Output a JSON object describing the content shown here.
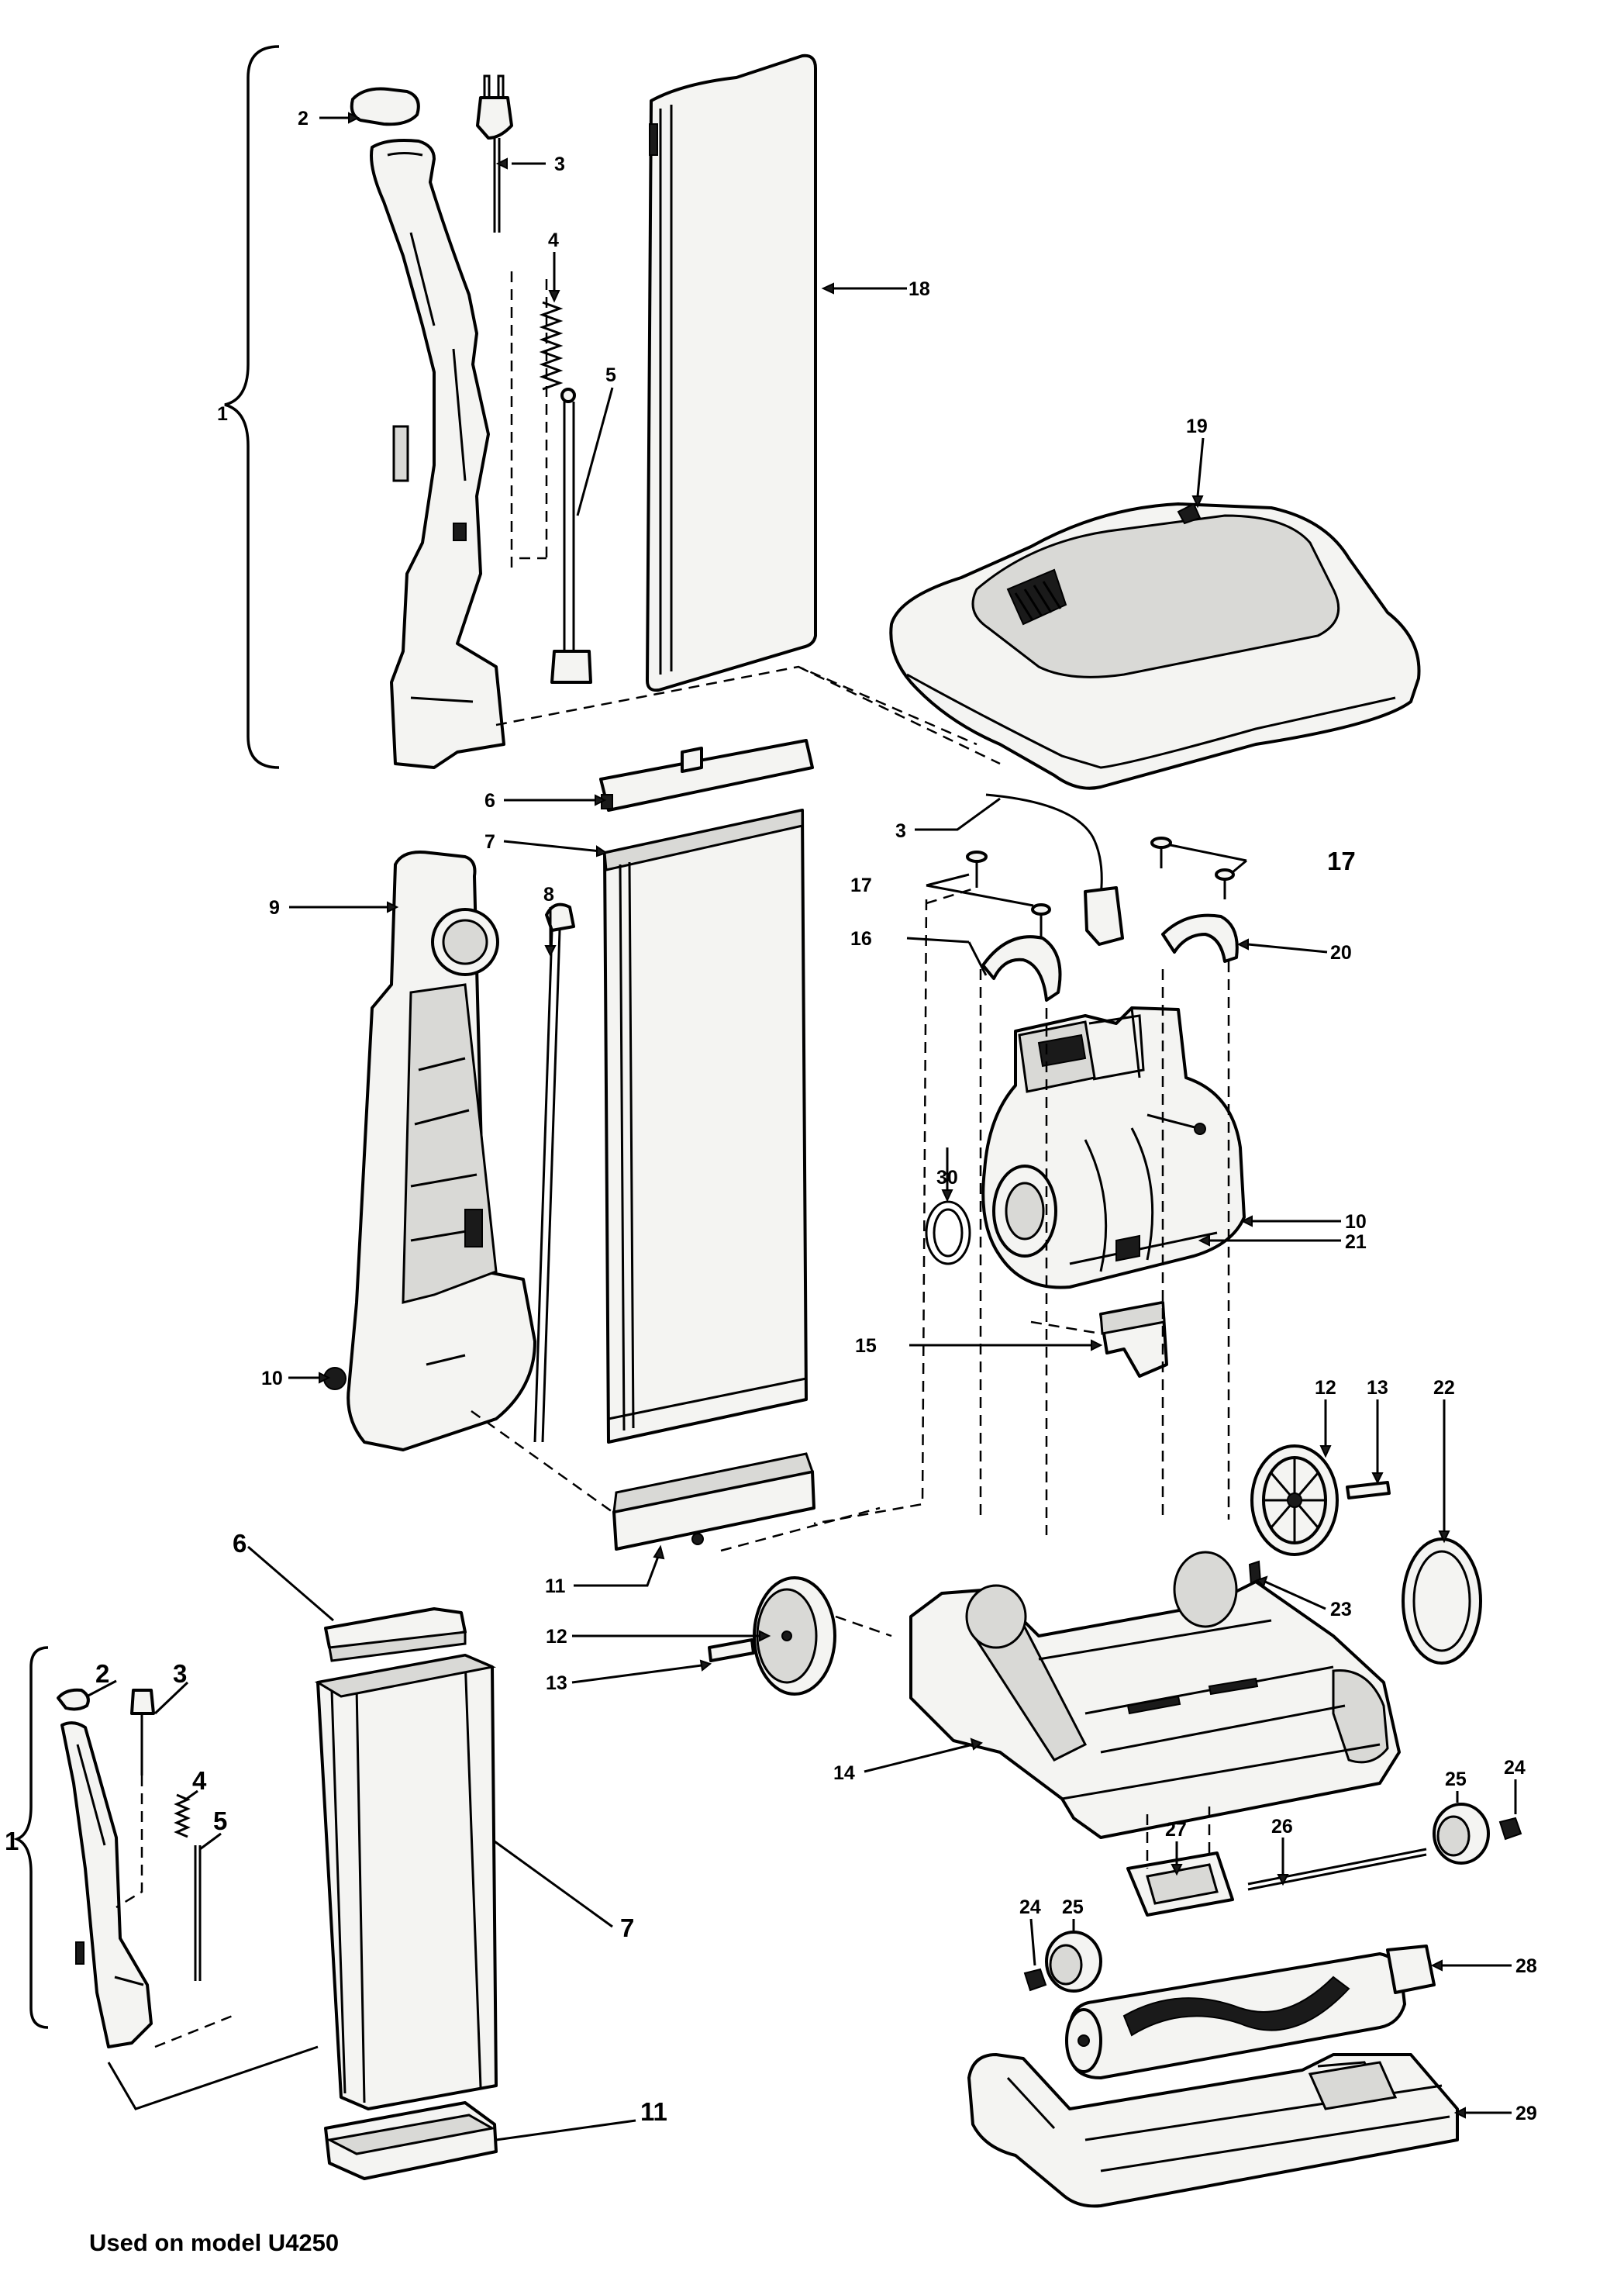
{
  "caption": "Used on model U4250",
  "callouts": [
    {
      "id": "c1-top",
      "text": "1"
    },
    {
      "id": "c2-top",
      "text": "2"
    },
    {
      "id": "c3-top",
      "text": "3"
    },
    {
      "id": "c4-top",
      "text": "4"
    },
    {
      "id": "c5-top",
      "text": "5"
    },
    {
      "id": "c18",
      "text": "18"
    },
    {
      "id": "c19",
      "text": "19"
    },
    {
      "id": "c6-mid",
      "text": "6"
    },
    {
      "id": "c7-mid",
      "text": "7"
    },
    {
      "id": "c3-mid",
      "text": "3"
    },
    {
      "id": "c9",
      "text": "9"
    },
    {
      "id": "c8",
      "text": "8"
    },
    {
      "id": "c17-a",
      "text": "17"
    },
    {
      "id": "c17-b",
      "text": "17"
    },
    {
      "id": "c16",
      "text": "16"
    },
    {
      "id": "c20",
      "text": "20"
    },
    {
      "id": "c30",
      "text": "30"
    },
    {
      "id": "c10-right",
      "text": "10"
    },
    {
      "id": "c21",
      "text": "21"
    },
    {
      "id": "c15",
      "text": "15"
    },
    {
      "id": "c10-left",
      "text": "10"
    },
    {
      "id": "c12-right",
      "text": "12"
    },
    {
      "id": "c13-right",
      "text": "13"
    },
    {
      "id": "c22",
      "text": "22"
    },
    {
      "id": "c11-mid",
      "text": "11"
    },
    {
      "id": "c23",
      "text": "23"
    },
    {
      "id": "c6-low",
      "text": "6"
    },
    {
      "id": "c12-mid",
      "text": "12"
    },
    {
      "id": "c13-mid",
      "text": "13"
    },
    {
      "id": "c14",
      "text": "14"
    },
    {
      "id": "c2-low",
      "text": "2"
    },
    {
      "id": "c3-low",
      "text": "3"
    },
    {
      "id": "c4-low",
      "text": "4"
    },
    {
      "id": "c5-low",
      "text": "5"
    },
    {
      "id": "c1-low",
      "text": "1"
    },
    {
      "id": "c7-low",
      "text": "7"
    },
    {
      "id": "c24-right",
      "text": "24"
    },
    {
      "id": "c25-right",
      "text": "25"
    },
    {
      "id": "c26",
      "text": "26"
    },
    {
      "id": "c27",
      "text": "27"
    },
    {
      "id": "c24-left",
      "text": "24"
    },
    {
      "id": "c25-left",
      "text": "25"
    },
    {
      "id": "c28",
      "text": "28"
    },
    {
      "id": "c29",
      "text": "29"
    },
    {
      "id": "c11-low",
      "text": "11"
    }
  ]
}
